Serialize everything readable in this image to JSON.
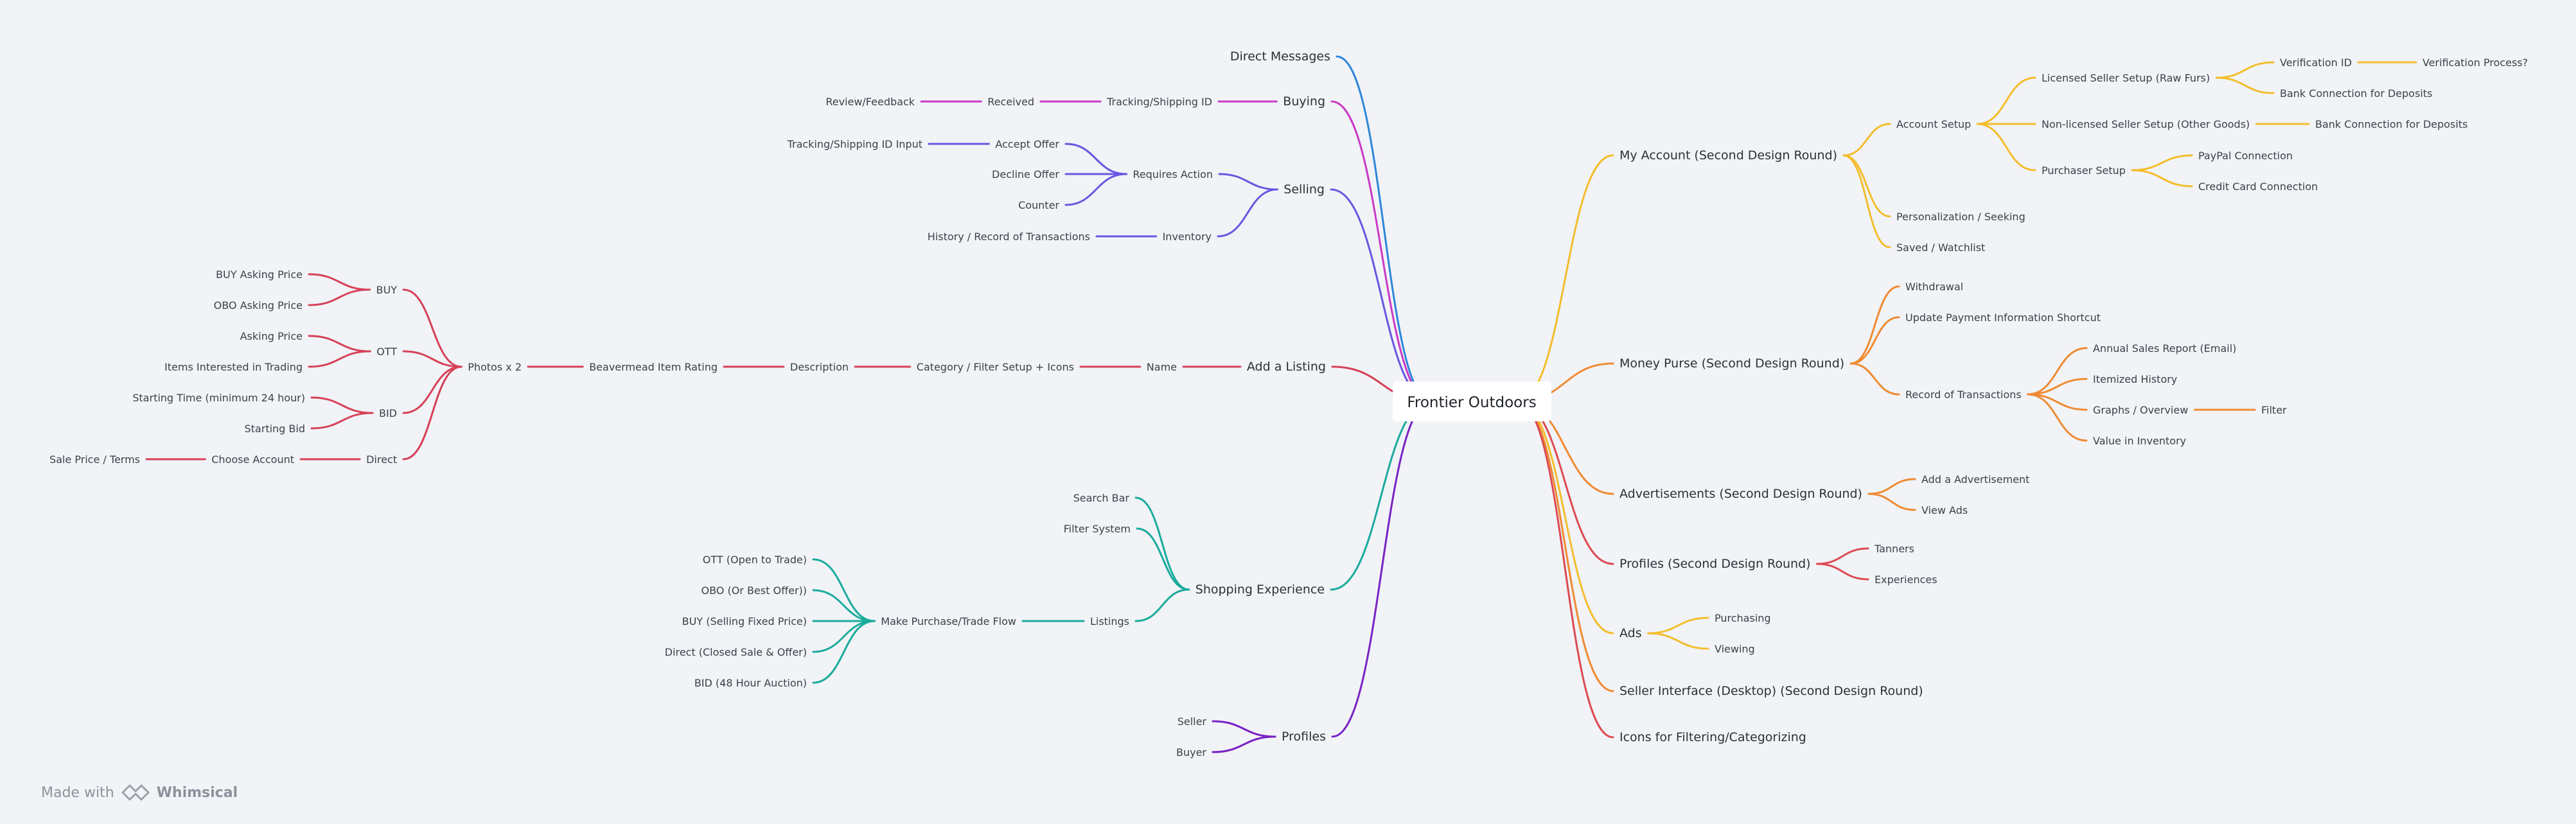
{
  "colors": {
    "blue": "#2e86d9",
    "magenta": "#c93ac5",
    "indigo": "#6a56e0",
    "red": "#d64157",
    "teal": "#1aab9c",
    "purple": "#7a22c4",
    "yellow": "#f3bd2c",
    "orange": "#ef8b33",
    "crimson": "#dc4a51"
  },
  "root": "Frontier Outdoors",
  "footer": {
    "made_with": "Made with",
    "brand": "Whimsical"
  },
  "left": [
    {
      "label": "Direct Messages",
      "color": "blue",
      "children": []
    },
    {
      "label": "Buying",
      "color": "magenta",
      "children": [
        {
          "label": "Tracking/Shipping ID",
          "children": [
            {
              "label": "Received",
              "children": [
                {
                  "label": "Review/Feedback",
                  "children": []
                }
              ]
            }
          ]
        }
      ]
    },
    {
      "label": "Selling",
      "color": "indigo",
      "children": [
        {
          "label": "Requires Action",
          "children": [
            {
              "label": "Accept Offer",
              "children": [
                {
                  "label": "Tracking/Shipping ID Input",
                  "children": []
                }
              ]
            },
            {
              "label": "Decline Offer",
              "children": []
            },
            {
              "label": "Counter",
              "children": []
            }
          ]
        },
        {
          "label": "Inventory",
          "children": [
            {
              "label": "History / Record of Transactions",
              "children": []
            }
          ]
        }
      ]
    },
    {
      "label": "Add a Listing",
      "color": "red",
      "children": [
        {
          "label": "Name",
          "children": [
            {
              "label": "Category / Filter Setup + Icons",
              "children": [
                {
                  "label": "Description",
                  "children": [
                    {
                      "label": "Beavermead Item Rating",
                      "children": [
                        {
                          "label": "Photos x 2",
                          "children": [
                            {
                              "label": "BUY",
                              "children": [
                                {
                                  "label": "BUY Asking Price",
                                  "children": []
                                },
                                {
                                  "label": "OBO Asking Price",
                                  "children": []
                                }
                              ]
                            },
                            {
                              "label": "OTT",
                              "children": [
                                {
                                  "label": "Asking Price",
                                  "children": []
                                },
                                {
                                  "label": "Items Interested in Trading",
                                  "children": []
                                }
                              ]
                            },
                            {
                              "label": "BID",
                              "children": [
                                {
                                  "label": "Starting Time (minimum 24 hour)",
                                  "children": []
                                },
                                {
                                  "label": "Starting Bid",
                                  "children": []
                                }
                              ]
                            },
                            {
                              "label": "Direct",
                              "children": [
                                {
                                  "label": "Choose Account",
                                  "children": [
                                    {
                                      "label": "Sale Price / Terms",
                                      "children": []
                                    }
                                  ]
                                }
                              ]
                            }
                          ]
                        }
                      ]
                    }
                  ]
                }
              ]
            }
          ]
        }
      ]
    },
    {
      "label": "Shopping Experience",
      "color": "teal",
      "children": [
        {
          "label": "Search Bar",
          "children": []
        },
        {
          "label": "Filter System",
          "children": []
        },
        {
          "label": "Listings",
          "children": [
            {
              "label": "Make Purchase/Trade Flow",
              "children": [
                {
                  "label": "OTT (Open to Trade)",
                  "children": []
                },
                {
                  "label": "OBO (Or Best Offer))",
                  "children": []
                },
                {
                  "label": "BUY (Selling Fixed Price)",
                  "children": []
                },
                {
                  "label": "Direct (Closed Sale & Offer)",
                  "children": []
                },
                {
                  "label": "BID (48 Hour Auction)",
                  "children": []
                }
              ]
            }
          ]
        }
      ]
    },
    {
      "label": "Profiles",
      "color": "purple",
      "children": [
        {
          "label": "Seller",
          "children": []
        },
        {
          "label": "Buyer",
          "children": []
        }
      ]
    }
  ],
  "right": [
    {
      "label": "My Account (Second Design Round)",
      "color": "yellow",
      "children": [
        {
          "label": "Account Setup",
          "children": [
            {
              "label": "Licensed Seller Setup (Raw Furs)",
              "children": [
                {
                  "label": "Verification ID",
                  "children": [
                    {
                      "label": "Verification Process?",
                      "children": []
                    }
                  ]
                },
                {
                  "label": "Bank Connection for Deposits",
                  "children": []
                }
              ]
            },
            {
              "label": "Non-licensed Seller Setup (Other Goods)",
              "children": [
                {
                  "label": "Bank Connection for Deposits",
                  "children": []
                }
              ]
            },
            {
              "label": "Purchaser Setup",
              "children": [
                {
                  "label": "PayPal Connection",
                  "children": []
                },
                {
                  "label": "Credit Card Connection",
                  "children": []
                }
              ]
            }
          ]
        },
        {
          "label": "Personalization / Seeking",
          "children": []
        },
        {
          "label": "Saved / Watchlist",
          "children": []
        }
      ]
    },
    {
      "label": "Money Purse (Second Design Round)",
      "color": "orange",
      "children": [
        {
          "label": "Withdrawal",
          "children": []
        },
        {
          "label": "Update Payment Information Shortcut",
          "children": []
        },
        {
          "label": "Record of Transactions",
          "children": [
            {
              "label": "Annual Sales Report (Email)",
              "children": []
            },
            {
              "label": "Itemized History",
              "children": []
            },
            {
              "label": "Graphs / Overview",
              "children": [
                {
                  "label": "Filter",
                  "children": []
                }
              ]
            },
            {
              "label": "Value in Inventory",
              "children": []
            }
          ]
        }
      ]
    },
    {
      "label": "Advertisements (Second Design Round)",
      "color": "orange",
      "children": [
        {
          "label": "Add a Advertisement",
          "children": []
        },
        {
          "label": "View Ads",
          "children": []
        }
      ]
    },
    {
      "label": "Profiles (Second Design Round)",
      "color": "crimson",
      "children": [
        {
          "label": "Tanners",
          "children": []
        },
        {
          "label": "Experiences",
          "children": []
        }
      ]
    },
    {
      "label": "Ads",
      "color": "yellow",
      "children": [
        {
          "label": "Purchasing",
          "children": []
        },
        {
          "label": "Viewing",
          "children": []
        }
      ]
    },
    {
      "label": "Seller Interface (Desktop) (Second Design Round)",
      "color": "orange",
      "children": []
    },
    {
      "label": "Icons for Filtering/Categorizing",
      "color": "crimson",
      "children": []
    }
  ]
}
